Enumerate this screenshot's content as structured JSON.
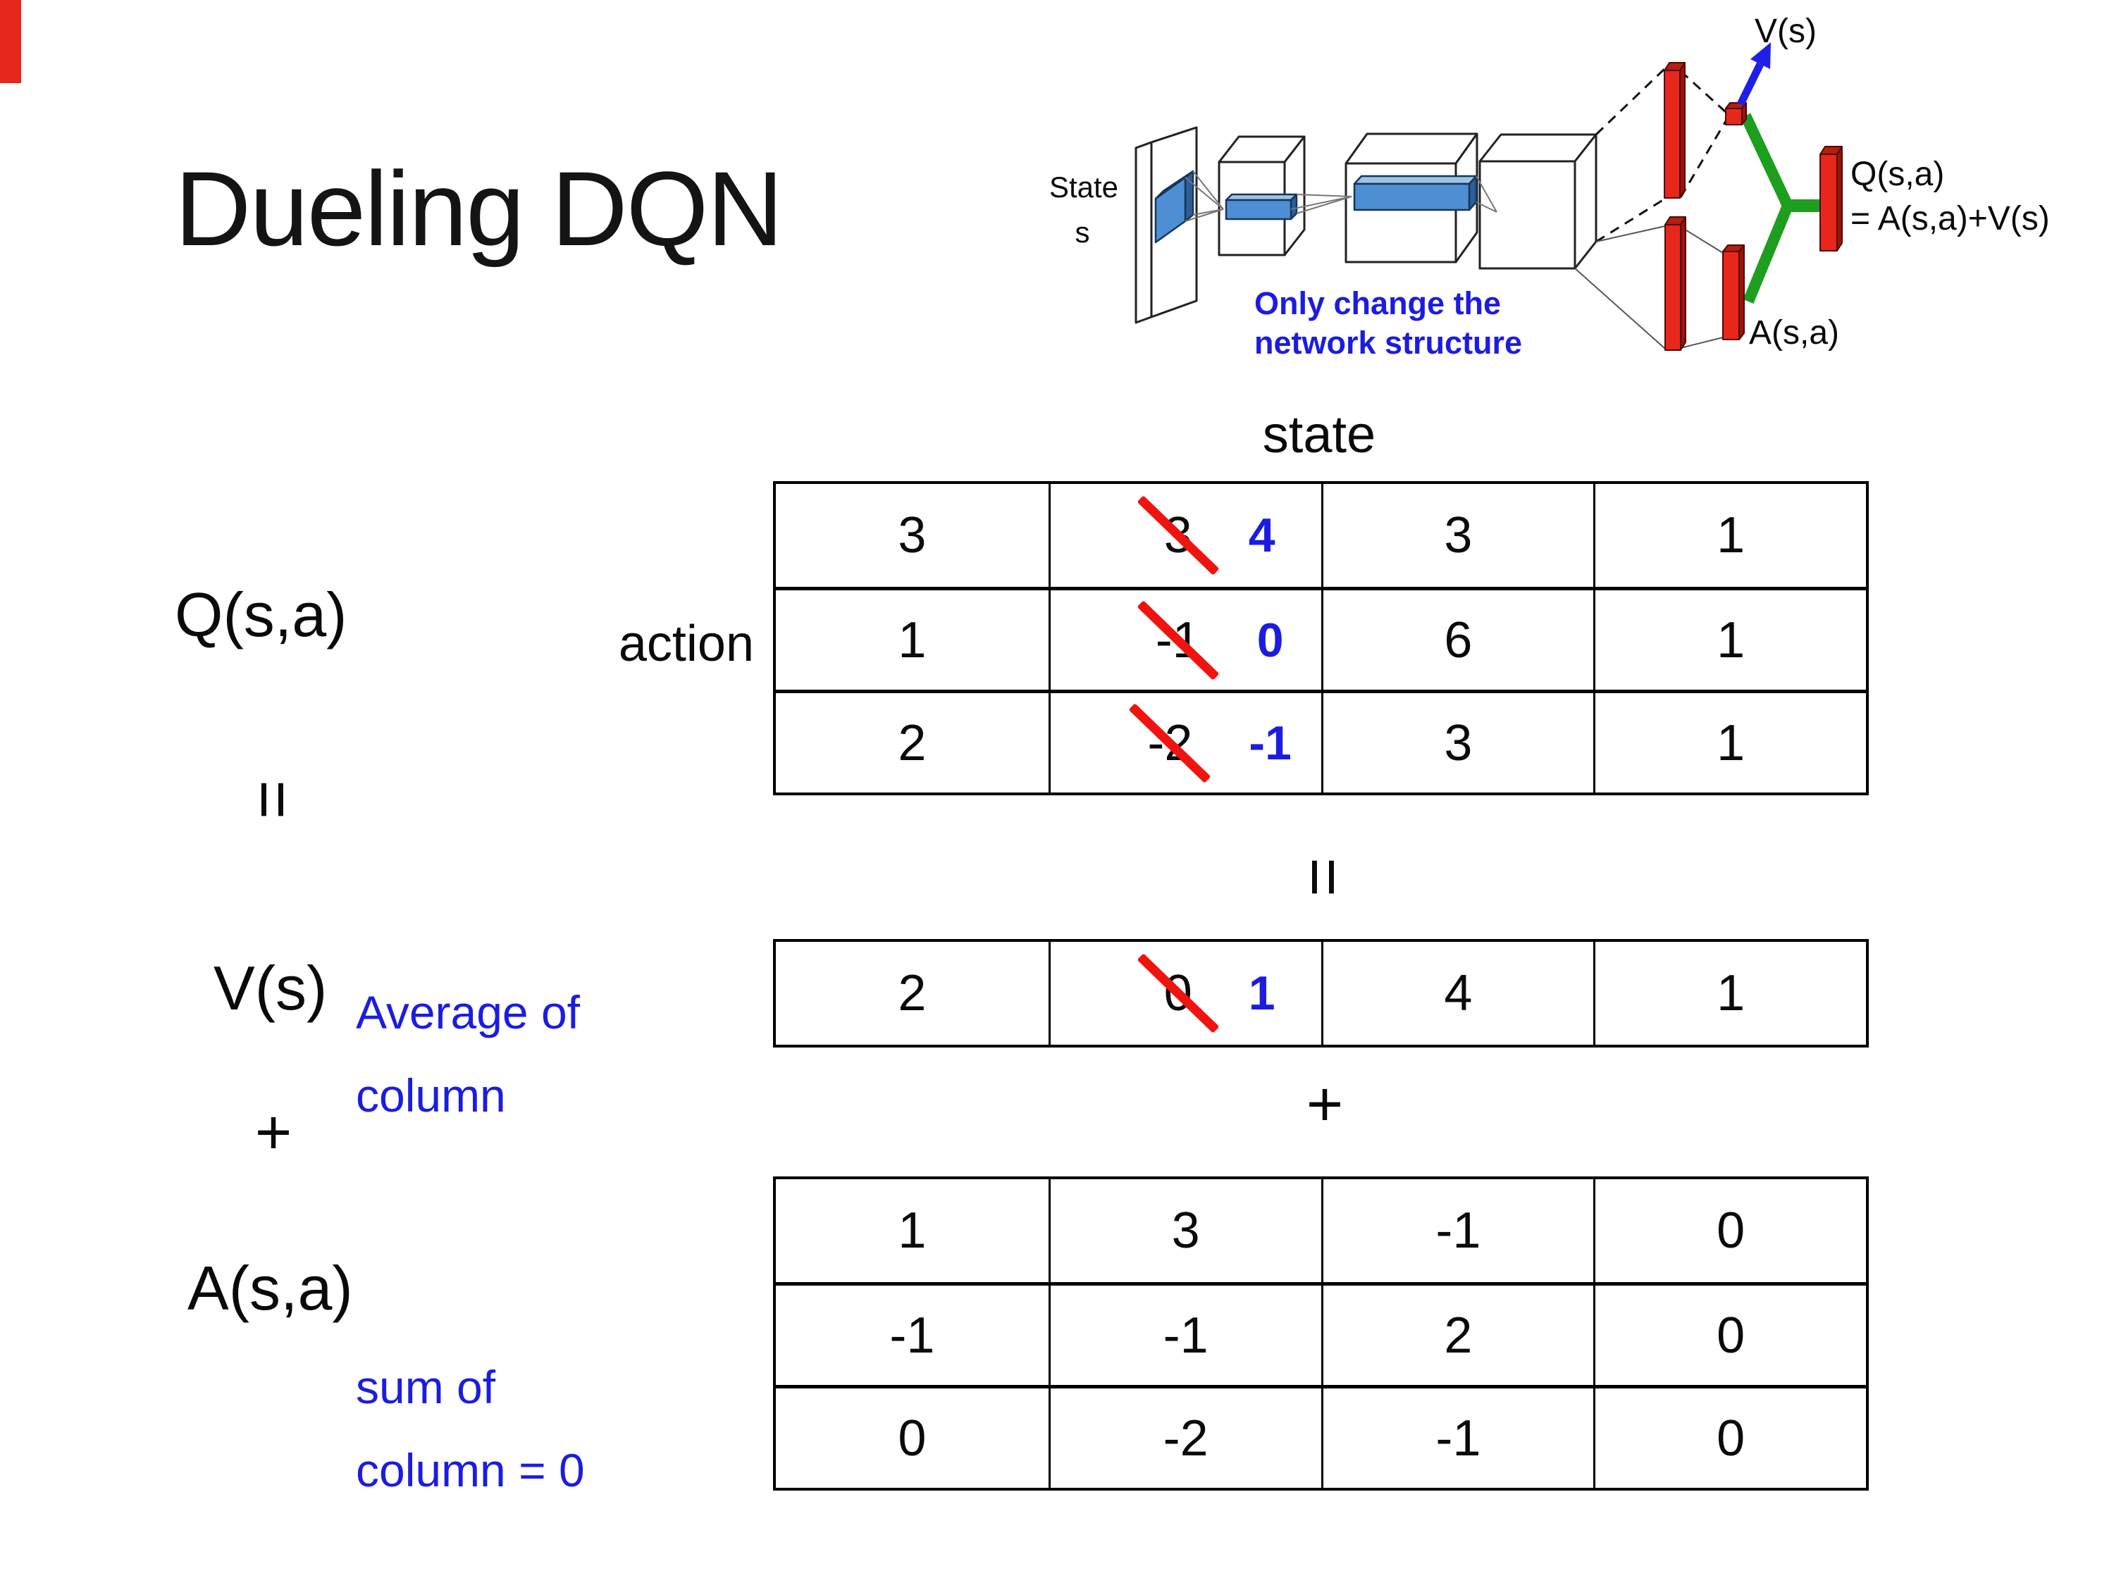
{
  "slide": {
    "title": "Dueling DQN"
  },
  "colors": {
    "accent_blue": "#1c1ce0",
    "accent_red": "#e8271b",
    "accent_green": "#1e9e1e",
    "strike_red": "#f01410",
    "arrow_blue": "#1f1fe8"
  },
  "diagram": {
    "input_label_line1": "State",
    "input_label_line2": "s",
    "caption_line1": "Only change the",
    "caption_line2": "network structure",
    "v_output_label": "V(s)",
    "q_output_label_line1": "Q(s,a)",
    "q_output_label_line2": "= A(s,a)+V(s)",
    "a_output_label": "A(s,a)"
  },
  "q_matrix": {
    "label": "Q(s,a)",
    "col_axis": "state",
    "row_axis": "action",
    "rows": [
      [
        {
          "v": "3"
        },
        {
          "old": "3",
          "new": "4"
        },
        {
          "v": "3"
        },
        {
          "v": "1"
        }
      ],
      [
        {
          "v": "1"
        },
        {
          "old": "-1",
          "new": "0"
        },
        {
          "v": "6"
        },
        {
          "v": "1"
        }
      ],
      [
        {
          "v": "2"
        },
        {
          "old": "-2",
          "new": "-1"
        },
        {
          "v": "3"
        },
        {
          "v": "1"
        }
      ]
    ]
  },
  "v_vector": {
    "label": "V(s)",
    "note_line1": "Average of",
    "note_line2": "column",
    "rows": [
      [
        {
          "v": "2"
        },
        {
          "old": "0",
          "new": "1"
        },
        {
          "v": "4"
        },
        {
          "v": "1"
        }
      ]
    ]
  },
  "a_matrix": {
    "label": "A(s,a)",
    "note_line1": "sum of",
    "note_line2": "column = 0",
    "rows": [
      [
        {
          "v": "1"
        },
        {
          "v": "3"
        },
        {
          "v": "-1"
        },
        {
          "v": "0"
        }
      ],
      [
        {
          "v": "-1"
        },
        {
          "v": "-1"
        },
        {
          "v": "2"
        },
        {
          "v": "0"
        }
      ],
      [
        {
          "v": "0"
        },
        {
          "v": "-2"
        },
        {
          "v": "-1"
        },
        {
          "v": "0"
        }
      ]
    ]
  },
  "operators": {
    "equals_left": "=",
    "equals_mid": "=",
    "plus_left": "+",
    "plus_mid": "+"
  }
}
